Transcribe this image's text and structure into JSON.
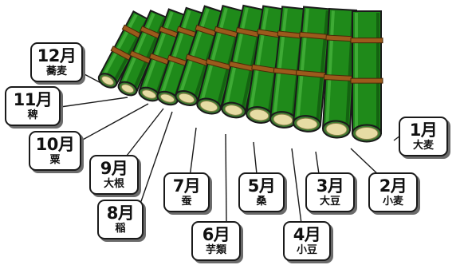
{
  "title": "",
  "colors": {
    "bamboo": "#1f8a1a",
    "bamboo_dark": "#0d4a0b",
    "rope": "#9c5a1c",
    "pith": "#e6dca4",
    "outline": "#1a1a1a"
  },
  "months": [
    {
      "month": "1月",
      "crop": "大麦"
    },
    {
      "month": "2月",
      "crop": "小麦"
    },
    {
      "month": "3月",
      "crop": "大豆"
    },
    {
      "month": "4月",
      "crop": "小豆"
    },
    {
      "month": "5月",
      "crop": "桑"
    },
    {
      "month": "6月",
      "crop": "芋類"
    },
    {
      "month": "7月",
      "crop": "蚕"
    },
    {
      "month": "8月",
      "crop": "稲"
    },
    {
      "month": "9月",
      "crop": "大根"
    },
    {
      "month": "10月",
      "crop": "粟"
    },
    {
      "month": "11月",
      "crop": "稗"
    },
    {
      "month": "12月",
      "crop": "蕎麦"
    }
  ]
}
